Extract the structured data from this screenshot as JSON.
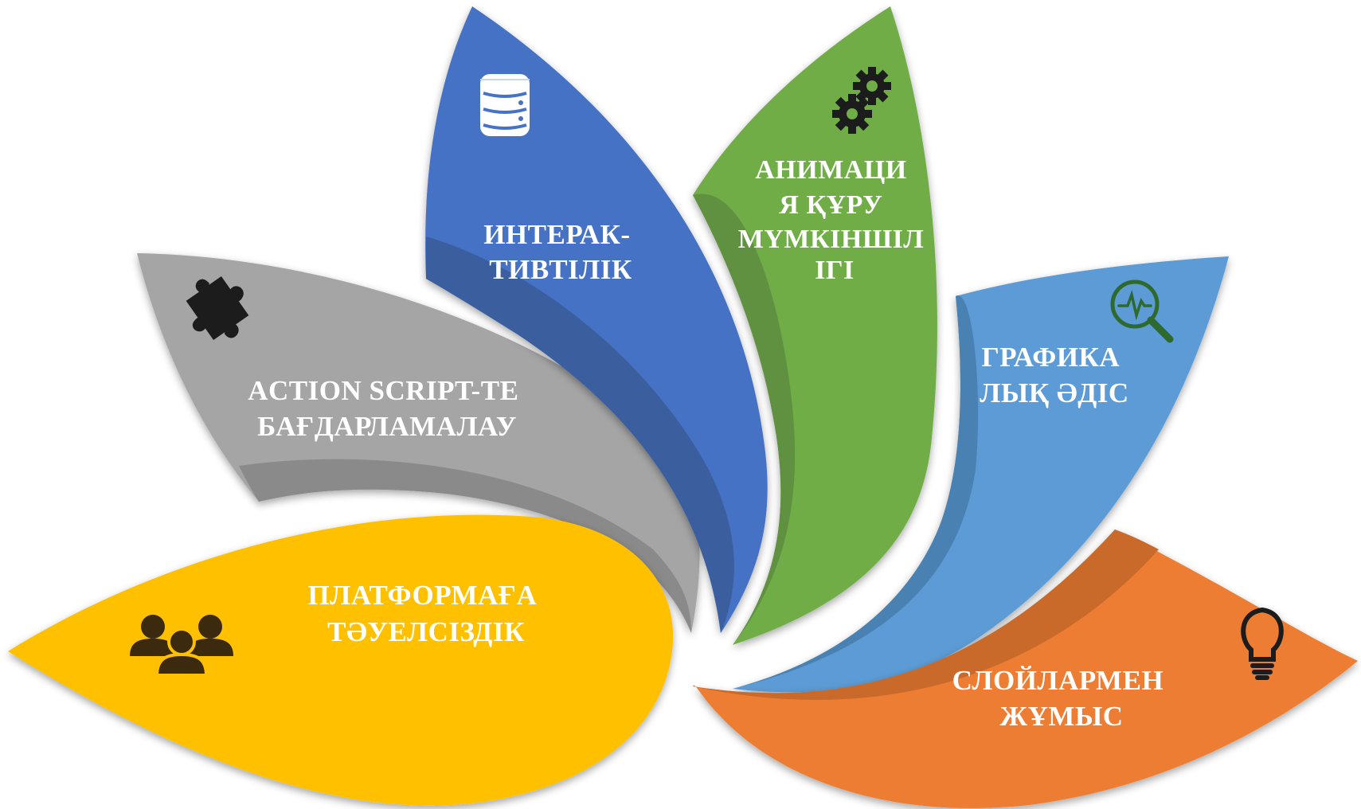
{
  "diagram": {
    "petals": [
      {
        "id": "platform",
        "lines": [
          "ПЛАТФОРМАҒА",
          "ТӘУЕЛСІЗДІК"
        ],
        "color": "#FFC000",
        "shade": "#D9A300",
        "icon": "people-group-icon"
      },
      {
        "id": "actionscript",
        "lines": [
          "ACTION SCRIPT-ТЕ",
          "БАҒДАРЛАМАЛАУ"
        ],
        "color": "#A5A5A5",
        "shade": "#8A8A8A",
        "icon": "puzzle-piece-icon"
      },
      {
        "id": "interactive",
        "lines": [
          "ИНТЕРАК-",
          "ТИВТІЛІК"
        ],
        "color": "#4472C4",
        "shade": "#3A5F9E",
        "icon": "database-icon"
      },
      {
        "id": "animation",
        "lines": [
          "АНИМАЦИ",
          "Я ҚҰРУ",
          "МҮМКІНШІЛ",
          "ІГІ"
        ],
        "color": "#70AD47",
        "shade": "#5E9140",
        "icon": "gears-icon"
      },
      {
        "id": "graphics",
        "lines": [
          "ГРАФИКА",
          "ЛЫҚ ӘДІС"
        ],
        "color": "#5B9BD5",
        "shade": "#4A82B2",
        "icon": "magnifier-pulse-icon"
      },
      {
        "id": "layers",
        "lines": [
          "СЛОЙЛАРМЕН",
          "ЖҰМЫС"
        ],
        "color": "#ED7D31",
        "shade": "#C96A2A",
        "icon": "lightbulb-icon"
      }
    ]
  }
}
